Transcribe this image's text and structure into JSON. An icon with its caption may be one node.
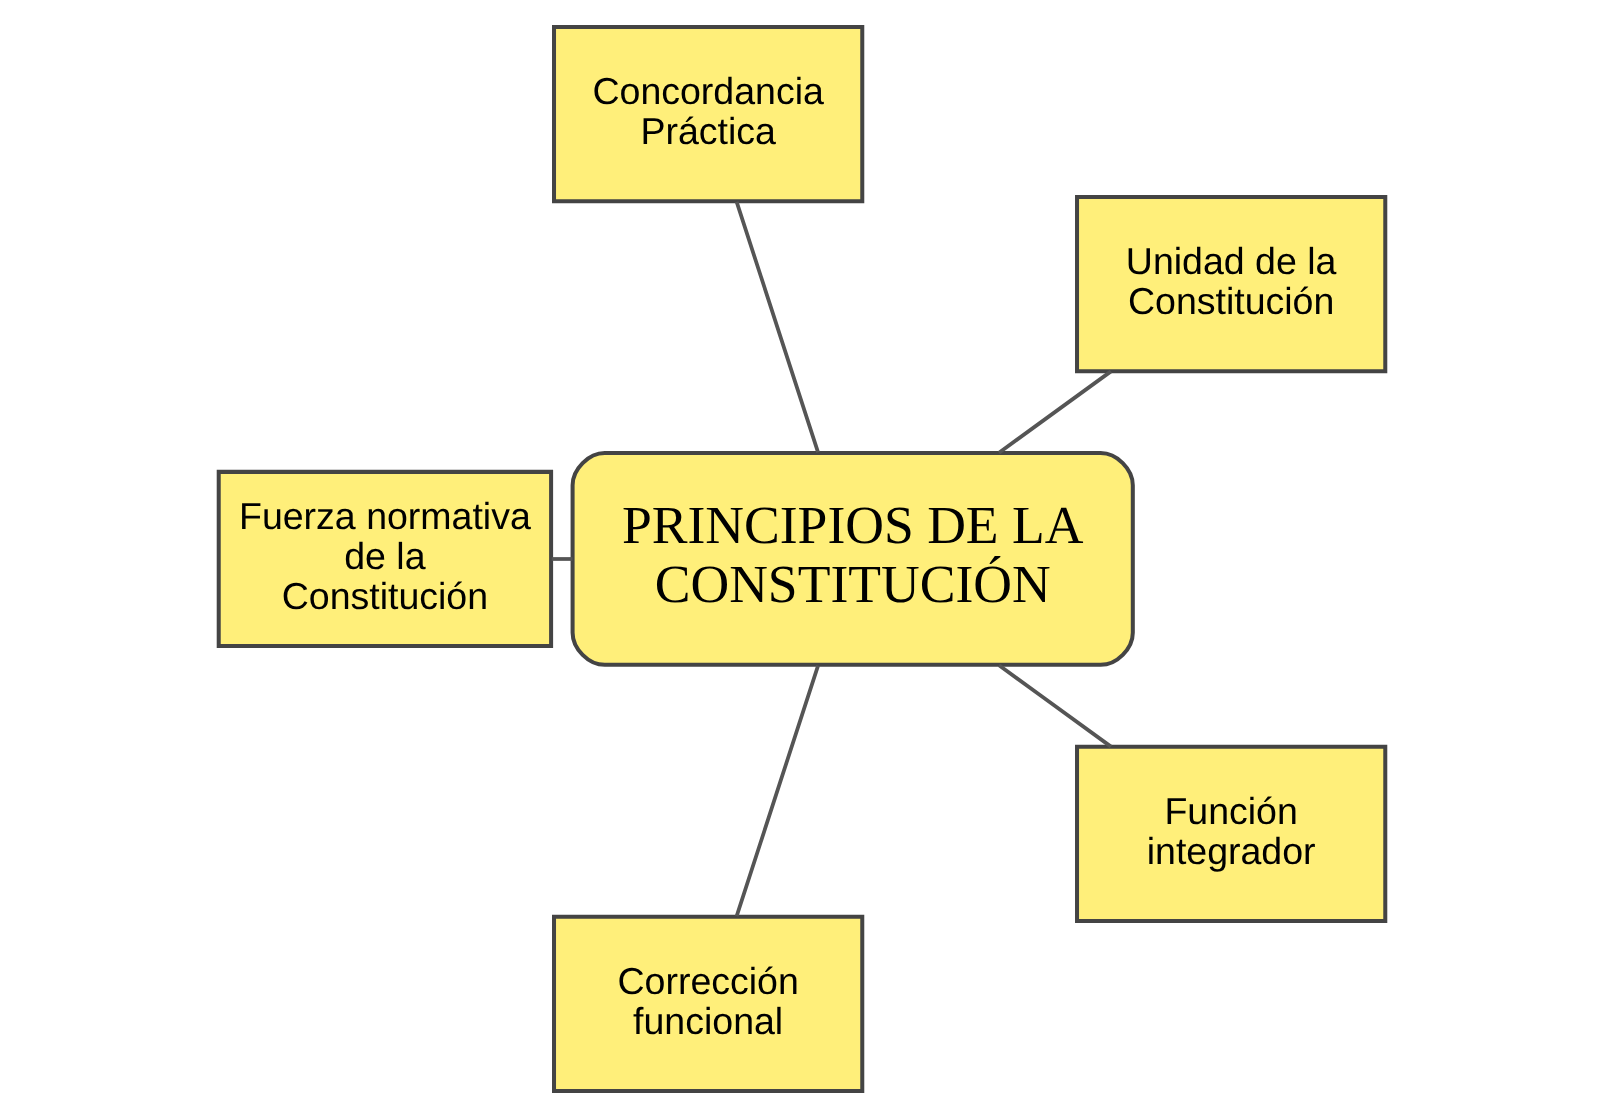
{
  "diagram": {
    "nodes": [
      {
        "text": [
          "PRINCIPIOS DE LA CONSTITUCIÓN"
        ]
      },
      {
        "text": [
          "Unidad de la Constitución"
        ]
      },
      {
        "text": [
          "Concordancia Práctica"
        ]
      },
      {
        "text": [
          "Fuerza normativa de la Constitución"
        ]
      },
      {
        "text": [
          "Corrección funcional"
        ]
      },
      {
        "text": [
          "Función integrador"
        ]
      }
    ],
    "edges": [
      {
        "from": 0,
        "to": 1,
        "arrow": "none"
      },
      {
        "from": 0,
        "to": 2,
        "arrow": "none"
      },
      {
        "from": 0,
        "to": 3,
        "arrow": "none"
      },
      {
        "from": 0,
        "to": 4,
        "arrow": "none"
      },
      {
        "from": 0,
        "to": 5,
        "arrow": "none"
      }
    ]
  }
}
